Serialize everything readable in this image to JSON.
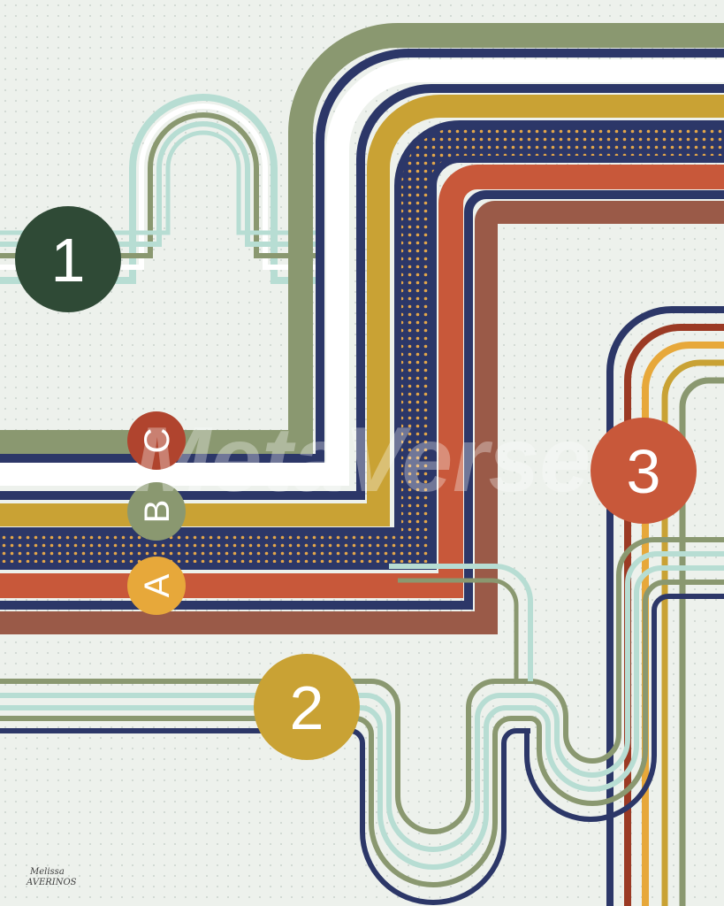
{
  "artwork": {
    "background_color": "#edf1ec",
    "palette": {
      "sage_green": "#8a9870",
      "navy": "#2c3768",
      "white": "#ffffff",
      "mustard": "#c9a234",
      "orange_red": "#c8583a",
      "brown": "#9a5a48",
      "mint": "#b7ddd3",
      "dark_green": "#2f4a36",
      "dotted_orange": "#e3a64a",
      "rust": "#9b3a24",
      "marigold": "#e7a83a"
    }
  },
  "badges": {
    "line_1": {
      "label": "1",
      "color": "#2f4a36"
    },
    "line_2": {
      "label": "2",
      "color": "#c9a234"
    },
    "line_3": {
      "label": "3",
      "color": "#c8583a"
    },
    "line_a": {
      "label": "A",
      "color": "#e7a83a"
    },
    "line_b": {
      "label": "B",
      "color": "#8a9870"
    },
    "line_c": {
      "label": "C",
      "color": "#b0442e"
    }
  },
  "watermark": {
    "text": "MetaVerse"
  },
  "signature": {
    "line1": "Melissa",
    "line2": "AVERINOS"
  }
}
